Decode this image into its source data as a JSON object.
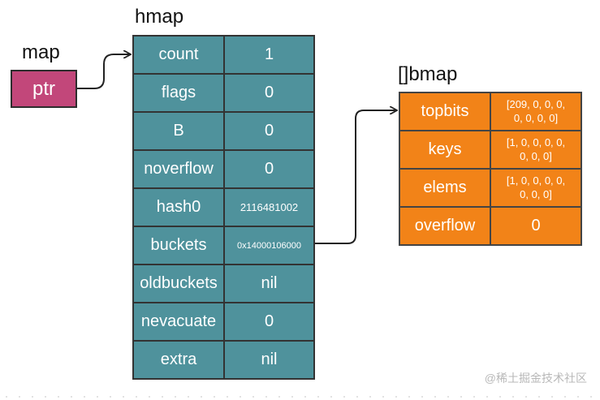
{
  "map": {
    "title": "map",
    "ptr_label": "ptr"
  },
  "hmap": {
    "title": "hmap",
    "rows": [
      {
        "key": "count",
        "value": "1"
      },
      {
        "key": "flags",
        "value": "0"
      },
      {
        "key": "B",
        "value": "0"
      },
      {
        "key": "noverflow",
        "value": "0"
      },
      {
        "key": "hash0",
        "value": "2116481002"
      },
      {
        "key": "buckets",
        "value": "0x14000106000"
      },
      {
        "key": "oldbuckets",
        "value": "nil"
      },
      {
        "key": "nevacuate",
        "value": "0"
      },
      {
        "key": "extra",
        "value": "nil"
      }
    ]
  },
  "bmap": {
    "title": "[]bmap",
    "rows": [
      {
        "key": "topbits",
        "value": "[209, 0, 0, 0,\n0, 0, 0, 0]"
      },
      {
        "key": "keys",
        "value": "[1, 0, 0, 0, 0,\n0, 0, 0]"
      },
      {
        "key": "elems",
        "value": "[1, 0, 0, 0, 0,\n0, 0, 0]"
      },
      {
        "key": "overflow",
        "value": "0"
      }
    ]
  },
  "watermark": "@稀土掘金技术社区",
  "colors": {
    "ptr_fill": "#c2477a",
    "hmap_fill": "#4f929c",
    "bmap_fill": "#f28318",
    "border": "#333333"
  }
}
